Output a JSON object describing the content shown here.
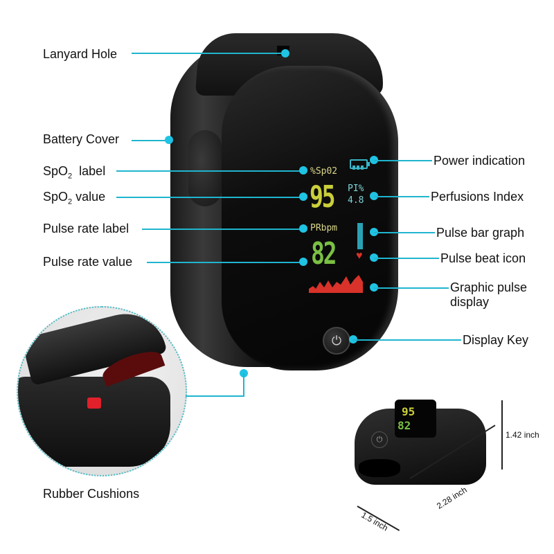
{
  "callouts_left": {
    "lanyard_hole": "Lanyard Hole",
    "battery_cover": "Battery Cover",
    "spo2_label": {
      "prefix": "SpO",
      "sub": "2",
      "suffix": "  label"
    },
    "spo2_value": {
      "prefix": "SpO",
      "sub": "2",
      "suffix": " value"
    },
    "pulse_rate_label": "Pulse rate label",
    "pulse_rate_value": "Pulse rate value",
    "rubber_cushions": "Rubber Cushions"
  },
  "callouts_right": {
    "power_indication": "Power indication",
    "perfusions_index": "Perfusions Index",
    "pulse_bar_graph": "Pulse bar graph",
    "pulse_beat_icon": "Pulse beat icon",
    "graphic_pulse_display_line1": "Graphic pulse",
    "graphic_pulse_display_line2": "display",
    "display_key": "Display Key"
  },
  "screen": {
    "spo2_label": "%Sp02",
    "spo2_value": "95",
    "pi_label": "PI%",
    "pi_value": "4.8",
    "pr_label": "PRbpm",
    "pr_value": "82",
    "heart_icon": "♥",
    "power_icon": "⏻"
  },
  "small_device": {
    "spo2_value": "95",
    "pr_value": "82",
    "power_icon": "⏻"
  },
  "dimensions": {
    "height": "1.42 inch",
    "length": "2.28 inch",
    "width": "1.5 inch"
  },
  "colors": {
    "callout_line": "#1fb5cf",
    "spo2": "#c9cf3a",
    "pulse": "#7ac043",
    "pi": "#7fd3d6",
    "waveform": "#d8322a"
  }
}
